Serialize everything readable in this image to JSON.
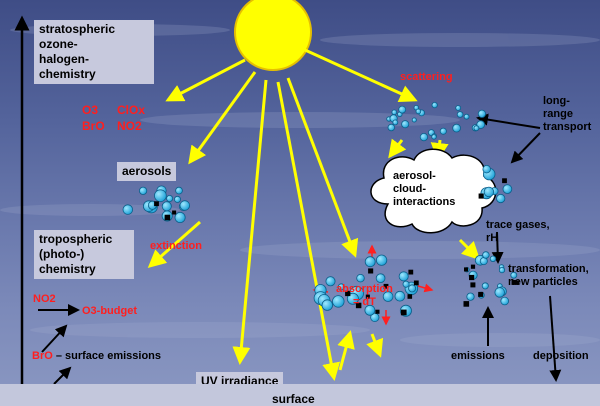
{
  "boxes": {
    "stratospheric": "stratospheric\nozone-\nhalogen-\nchemistry",
    "aerosols": "aerosols",
    "tropospheric": "tropospheric\n(photo-)\nchemistry",
    "uv_irradiance": "UV irradiance"
  },
  "species": {
    "o3": "O3",
    "clox": "ClOx",
    "bro": "BrO",
    "no2": "NO2"
  },
  "labels": {
    "scattering": "scattering",
    "extinction": "extinction",
    "absorption": "absorption\n= dT",
    "no2_surface": "NO2",
    "o3_budget": "O3-budget",
    "bro": "BrO",
    "surface_emissions": "– surface emissions",
    "cloud": "aerosol-\ncloud-\ninteractions",
    "long_range": "long-\nrange\ntransport",
    "trace_gases": "trace gases,\nrH",
    "transformation": "transformation,\nnew particles",
    "emissions": "emissions",
    "deposition": "deposition",
    "surface": "surface"
  },
  "colors": {
    "sun": "#ffff00",
    "ray": "#ffff00",
    "red_text": "#ff1f1f",
    "label_box": "#c7c9dd",
    "particle_blue": "#1a9fd6",
    "cloud": "#ffffff"
  }
}
